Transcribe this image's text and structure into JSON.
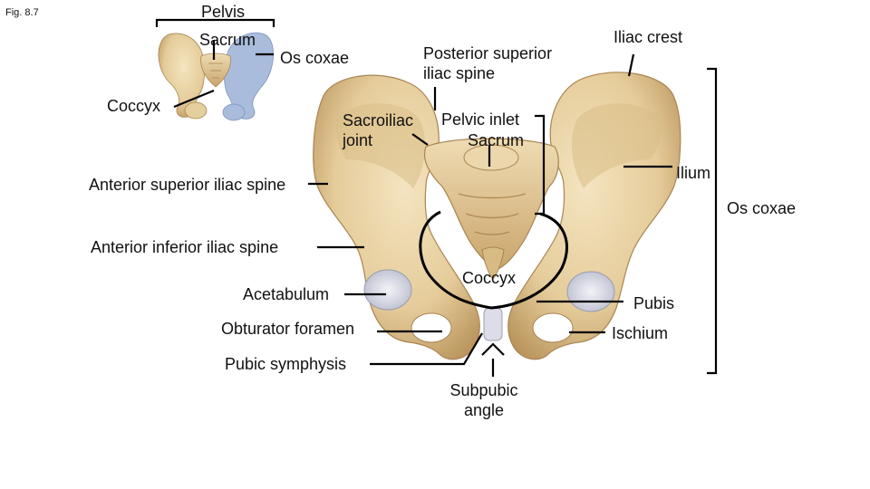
{
  "figure_number": "Fig. 8.7",
  "inset": {
    "pelvis": "Pelvis",
    "sacrum": "Sacrum",
    "os_coxae": "Os coxae",
    "coccyx": "Coccyx"
  },
  "labels": {
    "posterior_superior_iliac_spine": [
      "Posterior superior",
      "iliac spine"
    ],
    "iliac_crest": "Iliac crest",
    "sacroiliac_joint": [
      "Sacroiliac",
      "joint"
    ],
    "pelvic_inlet": "Pelvic inlet",
    "sacrum": "Sacrum",
    "ilium": "Ilium",
    "anterior_superior_iliac_spine": "Anterior superior iliac spine",
    "os_coxae": "Os coxae",
    "anterior_inferior_iliac_spine": "Anterior inferior iliac spine",
    "coccyx": "Coccyx",
    "acetabulum": "Acetabulum",
    "pubis": "Pubis",
    "obturator_foramen": "Obturator foramen",
    "ischium": "Ischium",
    "pubic_symphysis": "Pubic symphysis",
    "subpubic_angle": [
      "Subpubic",
      "angle"
    ]
  },
  "colors": {
    "bone": "#e9d3a6",
    "bone_shade": "#c9a66e",
    "bone_dark": "#a98552",
    "cartilage": "#dcdde8",
    "highlight": "#9fb3d6",
    "line": "#000000"
  }
}
